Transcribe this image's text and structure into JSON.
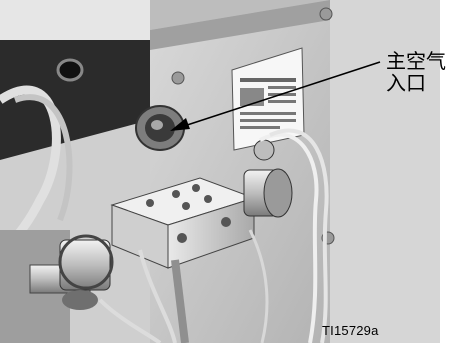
{
  "callout": {
    "line1": "主空气",
    "line2": "入口"
  },
  "figure_id": "TI15729a",
  "colors": {
    "background": "#ffffff",
    "panel": "#c8c8c8",
    "dark_gasket": "#2b2b2b",
    "arrow": "#000000"
  }
}
